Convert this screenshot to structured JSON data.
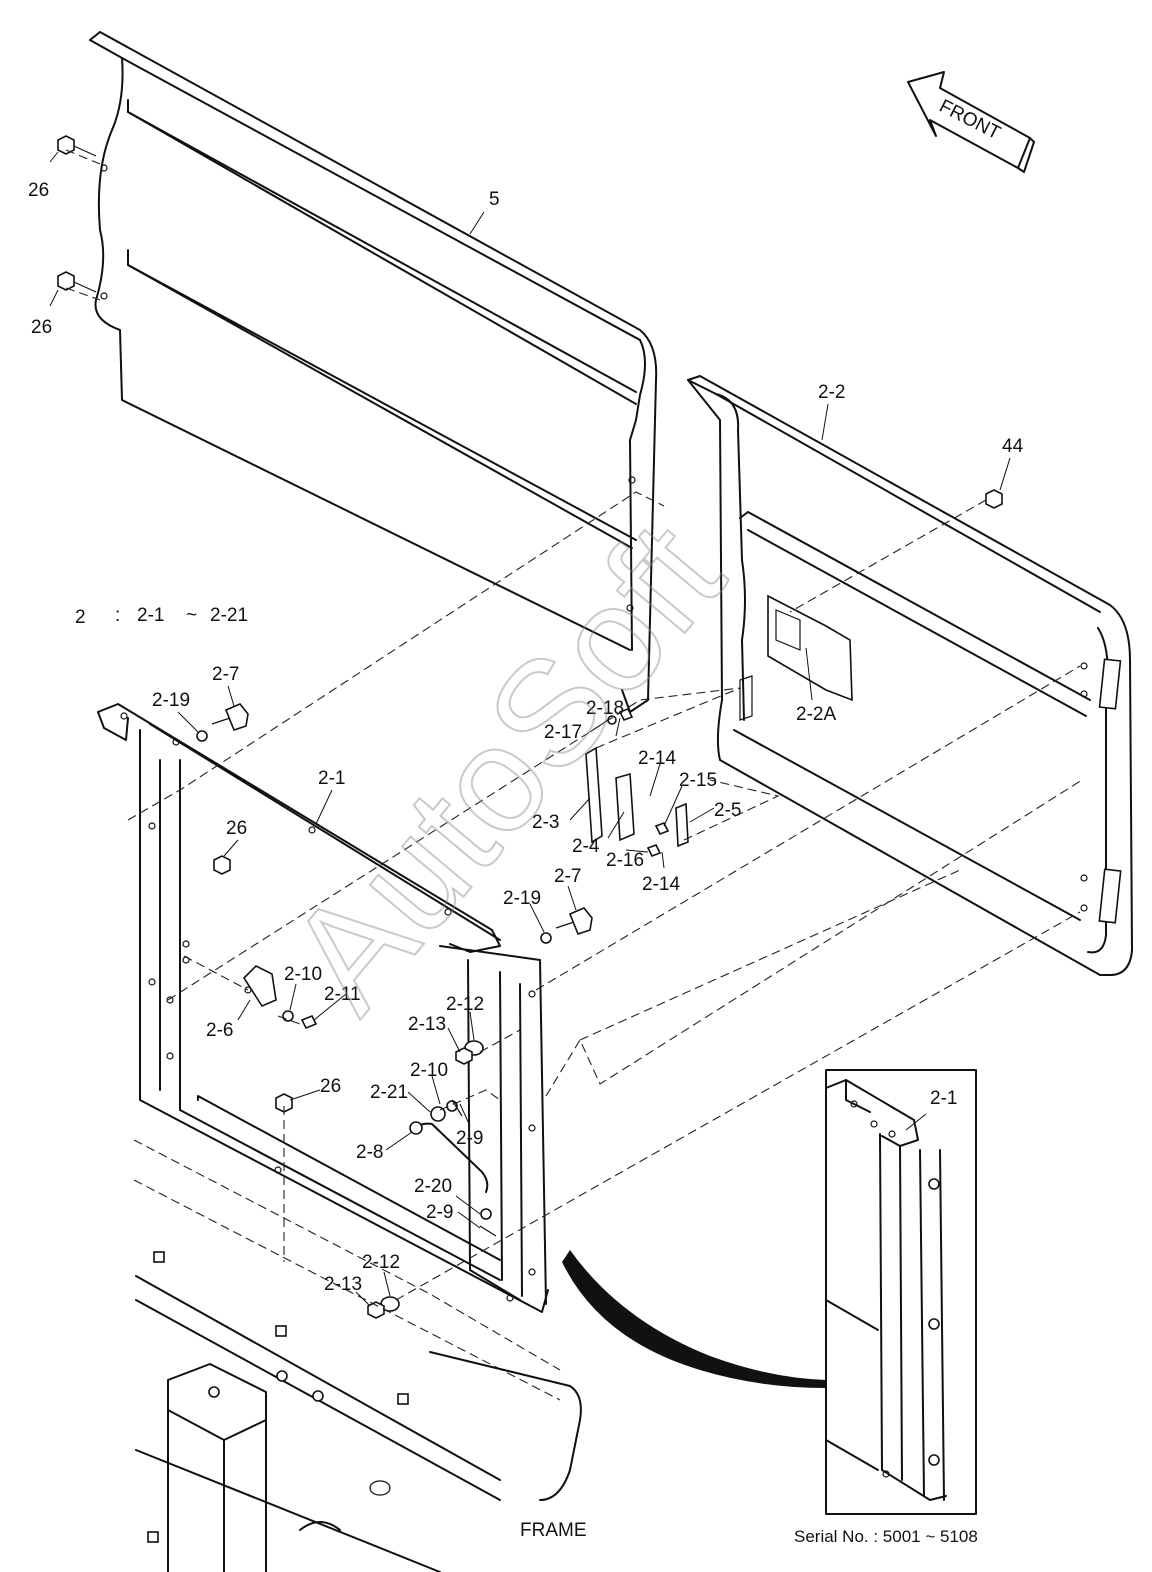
{
  "direction_label": "FRONT",
  "assembly_range": {
    "assembly": "2",
    "separator": ":",
    "from": "2-1",
    "tilde": "~",
    "to": "2-21"
  },
  "callouts": {
    "c5": "5",
    "c26a": "26",
    "c26b": "26",
    "c26c": "26",
    "c26d": "26",
    "c2_2": "2-2",
    "c44": "44",
    "c2_2A": "2-2A",
    "c2_7a": "2-7",
    "c2_19a": "2-19",
    "c2_1": "2-1",
    "c2_18": "2-18",
    "c2_17": "2-17",
    "c2_14a": "2-14",
    "c2_15": "2-15",
    "c2_5": "2-5",
    "c2_3": "2-3",
    "c2_4": "2-4",
    "c2_16": "2-16",
    "c2_14b": "2-14",
    "c2_7b": "2-7",
    "c2_19b": "2-19",
    "c2_10a": "2-10",
    "c2_11": "2-11",
    "c2_6": "2-6",
    "c2_12a": "2-12",
    "c2_13a": "2-13",
    "c2_10b": "2-10",
    "c2_21": "2-21",
    "c2_9a": "2-9",
    "c2_8": "2-8",
    "c2_20": "2-20",
    "c2_9b": "2-9",
    "c2_12b": "2-12",
    "c2_13b": "2-13",
    "c2_1_inset": "2-1"
  },
  "frame_label": "FRAME",
  "serial_label": "Serial No. : 5001 ~ 5108",
  "watermark": "AutoSoft"
}
